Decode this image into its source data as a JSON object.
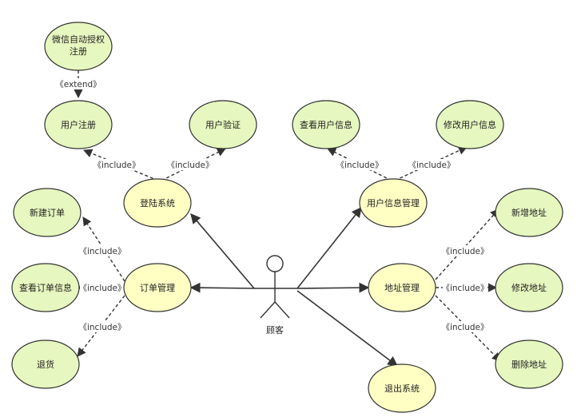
{
  "colors": {
    "green_fill": "#e6f7bf",
    "yellow_fill": "#ffffc4",
    "stroke": "#333333",
    "canvas": "#ffffff"
  },
  "actor": {
    "label": "顾客"
  },
  "usecases": {
    "wechat_auth_line1": "微信自动授权",
    "wechat_auth_line2": "注册",
    "register": "用户注册",
    "verify": "用户验证",
    "view_user_info": "查看用户信息",
    "edit_user_info": "修改用户信息",
    "login": "登陆系统",
    "user_info_mgmt": "用户信息管理",
    "new_order": "新建订单",
    "order_mgmt": "订单管理",
    "view_order_info": "查看订单信息",
    "refund": "退货",
    "address_mgmt": "地址管理",
    "add_address": "新增地址",
    "edit_address": "修改地址",
    "delete_address": "删除地址",
    "logout": "退出系统"
  },
  "relations": {
    "extend": "《extend》",
    "include_login_register": "《include》",
    "include_login_verify": "《include》",
    "include_info_view": "《include》",
    "include_info_edit": "《include》",
    "include_order_new": "《include》",
    "include_order_view": "《include》",
    "include_order_refund": "《include》",
    "include_addr_add": "《include》",
    "include_addr_edit": "《include》",
    "include_addr_delete": "《include》"
  }
}
